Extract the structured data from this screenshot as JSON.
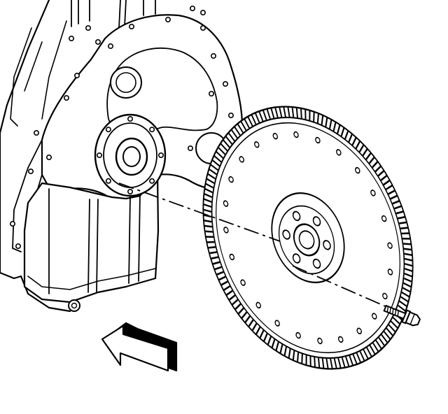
{
  "figure": {
    "style": "black-and-white line drawing",
    "colors": {
      "ink": "#000000",
      "paper": "#ffffff"
    },
    "parts": [
      "engine-block",
      "rear-main-seal-housing",
      "crankshaft-flange",
      "flexplate",
      "ring-gear",
      "flexplate-bolt",
      "direction-arrow"
    ],
    "icons": {
      "direction": "arrow-left-icon"
    }
  }
}
